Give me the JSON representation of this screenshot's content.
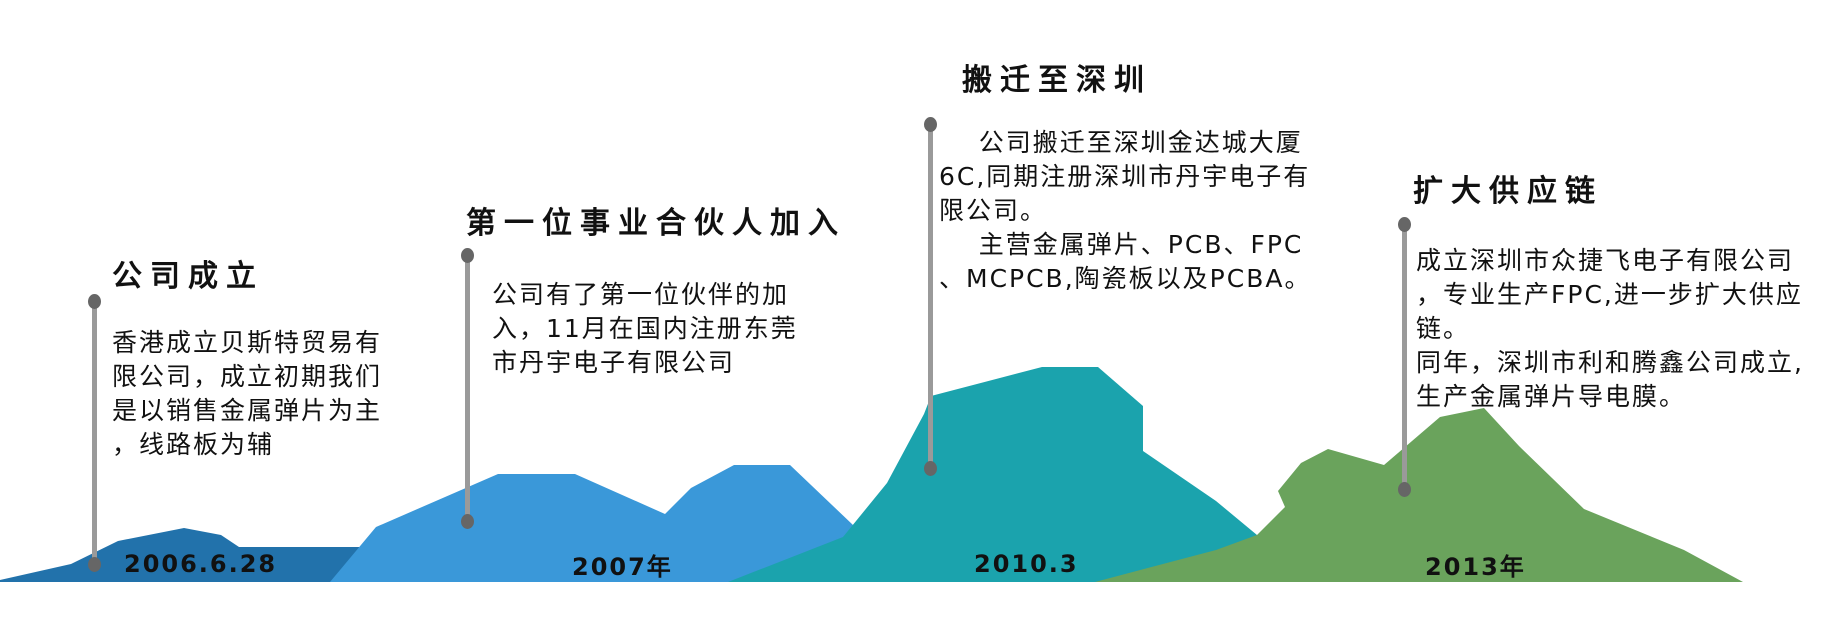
{
  "colors": {
    "mountain1": "#2272ab",
    "mountain2": "#3a98d9",
    "mountain3": "#1ba3ad",
    "mountain4": "#6aa35c",
    "pin": "#9a9a9a",
    "dot": "#666666"
  },
  "milestones": [
    {
      "title": "公司成立",
      "date": "2006.6.28",
      "lines": [
        "香港成立贝斯特贸易有",
        "限公司，成立初期我们",
        "是以销售金属弹片为主",
        "，线路板为辅"
      ]
    },
    {
      "title": "第一位事业合伙人加入",
      "date": "2007年",
      "lines": [
        "公司有了第一位伙伴的加",
        "入，11月在国内注册东莞",
        "市丹宇电子有限公司"
      ]
    },
    {
      "title": "搬迁至深圳",
      "date": "2010.3",
      "lines": [
        "    公司搬迁至深圳金达城大厦",
        "6C,同期注册深圳市丹宇电子有",
        "限公司。",
        "    主营金属弹片、PCB、FPC",
        "、MCPCB,陶瓷板以及PCBA。"
      ]
    },
    {
      "title": "扩大供应链",
      "date": "2013年",
      "lines": [
        "成立深圳市众捷飞电子有限公司",
        "，专业生产FPC,进一步扩大供应",
        "链。",
        "同年，深圳市利和腾鑫公司成立,",
        "生产金属弹片导电膜。"
      ]
    }
  ]
}
